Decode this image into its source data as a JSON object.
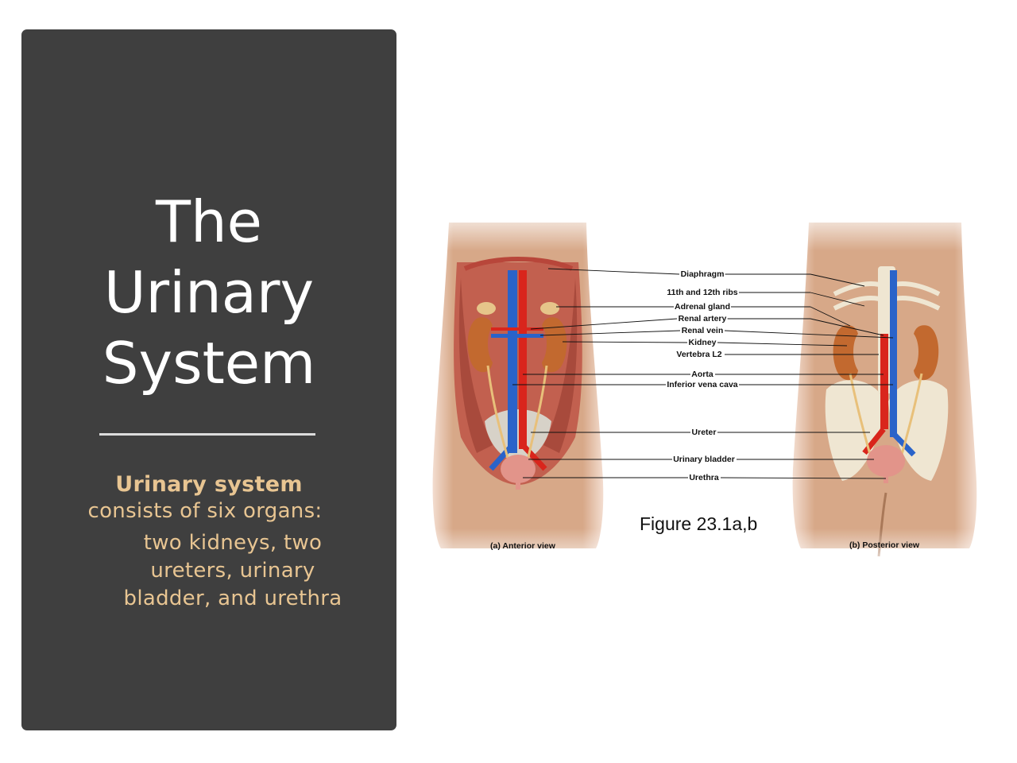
{
  "slide": {
    "title_lines": [
      "The",
      "Urinary",
      "System"
    ],
    "subtitle_head": "Urinary system",
    "subtitle_line": "consists of six organs:",
    "subtitle_list": [
      "two kidneys, two",
      "ureters, urinary",
      "bladder, and urethra"
    ]
  },
  "figure": {
    "labels": {
      "diaphragm": "Diaphragm",
      "ribs": "11th and 12th ribs",
      "adrenal": "Adrenal gland",
      "renal_artery": "Renal artery",
      "renal_vein": "Renal vein",
      "kidney": "Kidney",
      "vertebra": "Vertebra L2",
      "aorta": "Aorta",
      "ivc": "Inferior vena cava",
      "ureter": "Ureter",
      "bladder": "Urinary bladder",
      "urethra": "Urethra"
    },
    "caption": "Figure 23.1a,b",
    "anterior": "(a) Anterior view",
    "posterior": "(b) Posterior view"
  },
  "colors": {
    "panel": "#3f3f3f",
    "accent": "#e8c592",
    "skin": "#d7a888",
    "artery": "#d9251c",
    "vein": "#2a63c9",
    "kidney": "#c2692f",
    "bone": "#efe6d2"
  }
}
